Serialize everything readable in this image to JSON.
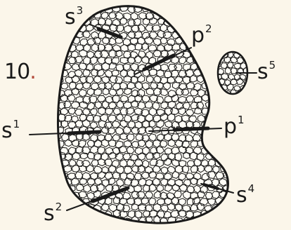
{
  "figure_number": "10",
  "figure_dot": ".",
  "labels": {
    "s1": {
      "base": "s",
      "sup": "1"
    },
    "s2": {
      "base": "s",
      "sup": "2"
    },
    "s3": {
      "base": "s",
      "sup": "3"
    },
    "s4": {
      "base": "s",
      "sup": "4"
    },
    "s5": {
      "base": "s",
      "sup": "5"
    },
    "p1": {
      "base": "p",
      "sup": "1"
    },
    "p2": {
      "base": "p",
      "sup": "2"
    }
  },
  "colors": {
    "ink": "#1a1a1a",
    "paper": "#fbf6ea",
    "cell_fill": "#fffdf6",
    "accent_dot": "#b24a3b"
  }
}
